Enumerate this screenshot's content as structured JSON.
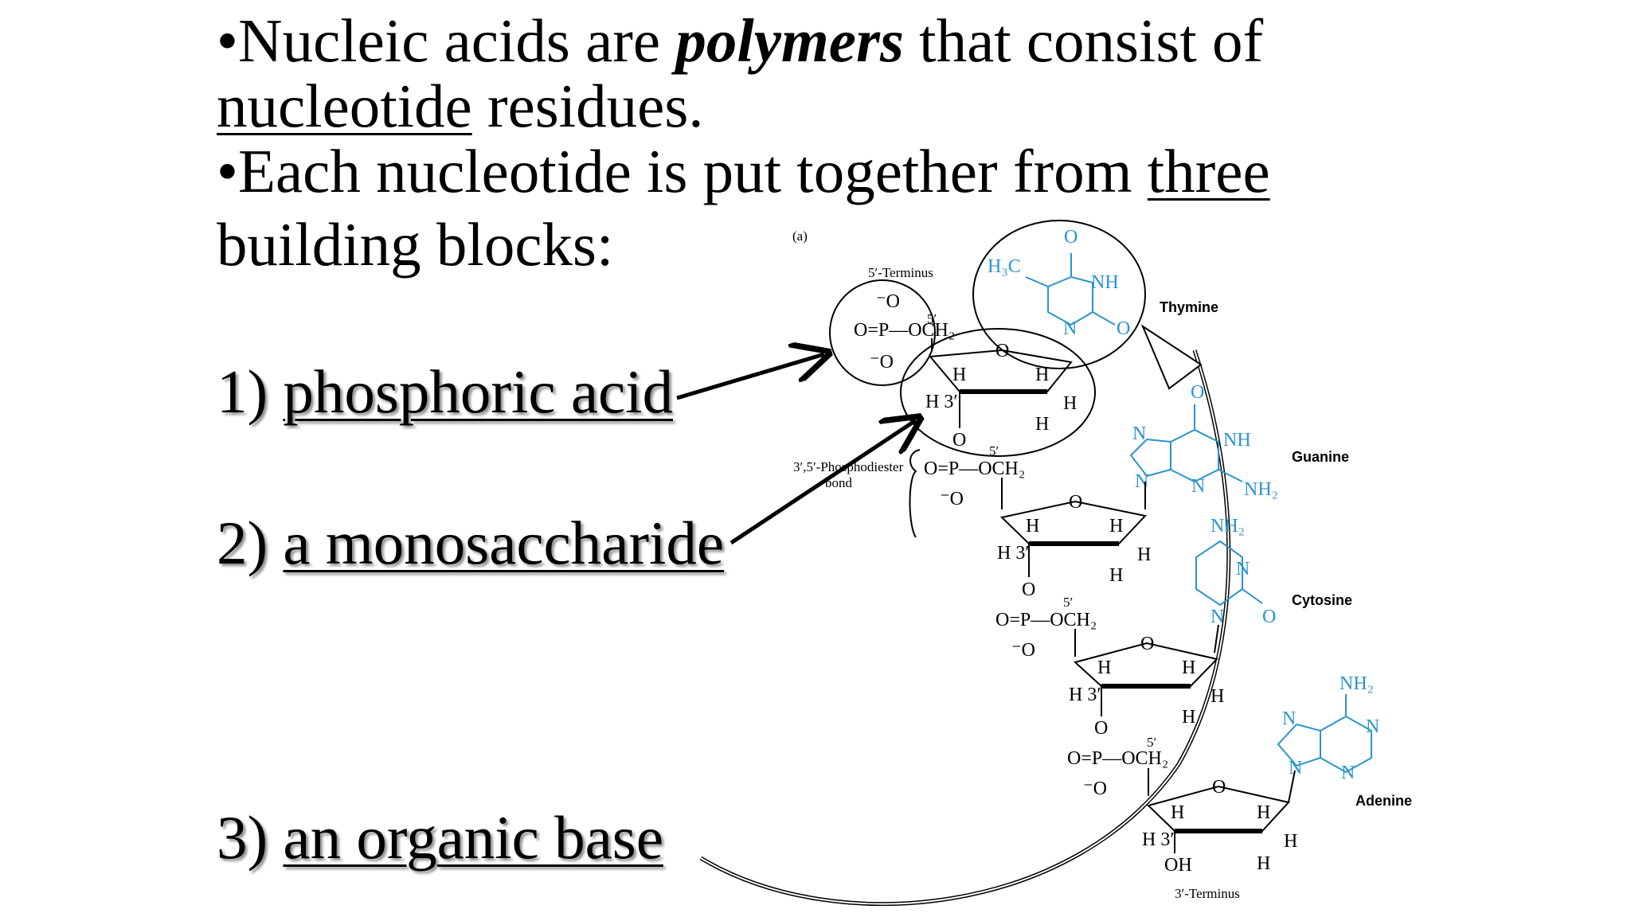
{
  "intro": {
    "line1_pre": "•Nucleic acids are ",
    "line1_em": "polymers",
    "line1_post": " that consist of",
    "line2_u": "nucleotide",
    "line2_post": " residues.",
    "line3_pre": "•Each nucleotide is put together from ",
    "line3_u": "three",
    "line4": "building blocks:"
  },
  "items": [
    {
      "num": "1)",
      "label": "phosphoric acid"
    },
    {
      "num": "2)",
      "label": "a monosaccharide"
    },
    {
      "num": "3)",
      "label": "an organic base"
    }
  ],
  "figure": {
    "panel": "(a)",
    "five_terminus": "5′-Terminus",
    "three_terminus": "3′-Terminus",
    "bond_label_1": "3′,5′-Phosphodiester",
    "bond_label_2": "bond",
    "bases": {
      "thymine": "Thymine",
      "guanine": "Guanine",
      "cytosine": "Cytosine",
      "adenine": "Adenine"
    },
    "atoms": {
      "o": "O",
      "neg_o": "⁻O",
      "p_row": "O=P—OCH₂",
      "h": "H",
      "h3": "H 3′",
      "five": "5′",
      "oh": "OH",
      "nh": "NH",
      "nh2": "NH₂",
      "n": "N",
      "h3c": "H₃C"
    }
  },
  "colors": {
    "text": "#000000",
    "base_color": "#2a94c9",
    "background": "#ffffff"
  }
}
